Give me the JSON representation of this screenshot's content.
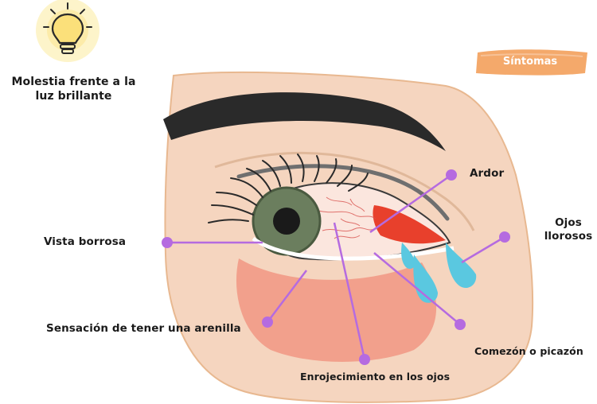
{
  "badge": {
    "label": "Síntomas"
  },
  "labels": {
    "light": [
      "Molestia frente a la",
      "luz brillante"
    ],
    "burning": "Ardor",
    "watery": [
      "Ojos",
      "llorosos"
    ],
    "blurred": "Vista borrosa",
    "grit": "Sensación de tener una arenilla",
    "itch": "Comezón o picazón",
    "redness": "Enrojecimiento en los ojos"
  },
  "colors": {
    "accent": "#b56be0",
    "skin": "#f5d5bf",
    "skin_outline": "#e8b890",
    "lid_pink": "#f2a08c",
    "eye_red": "#e8402c",
    "iris": "#6b7e5e",
    "tear": "#5ac8e0",
    "badge": "#f4a96b",
    "bulb_glow": "#fdf3c4"
  },
  "icons": {
    "bulb": "lightbulb-icon"
  }
}
